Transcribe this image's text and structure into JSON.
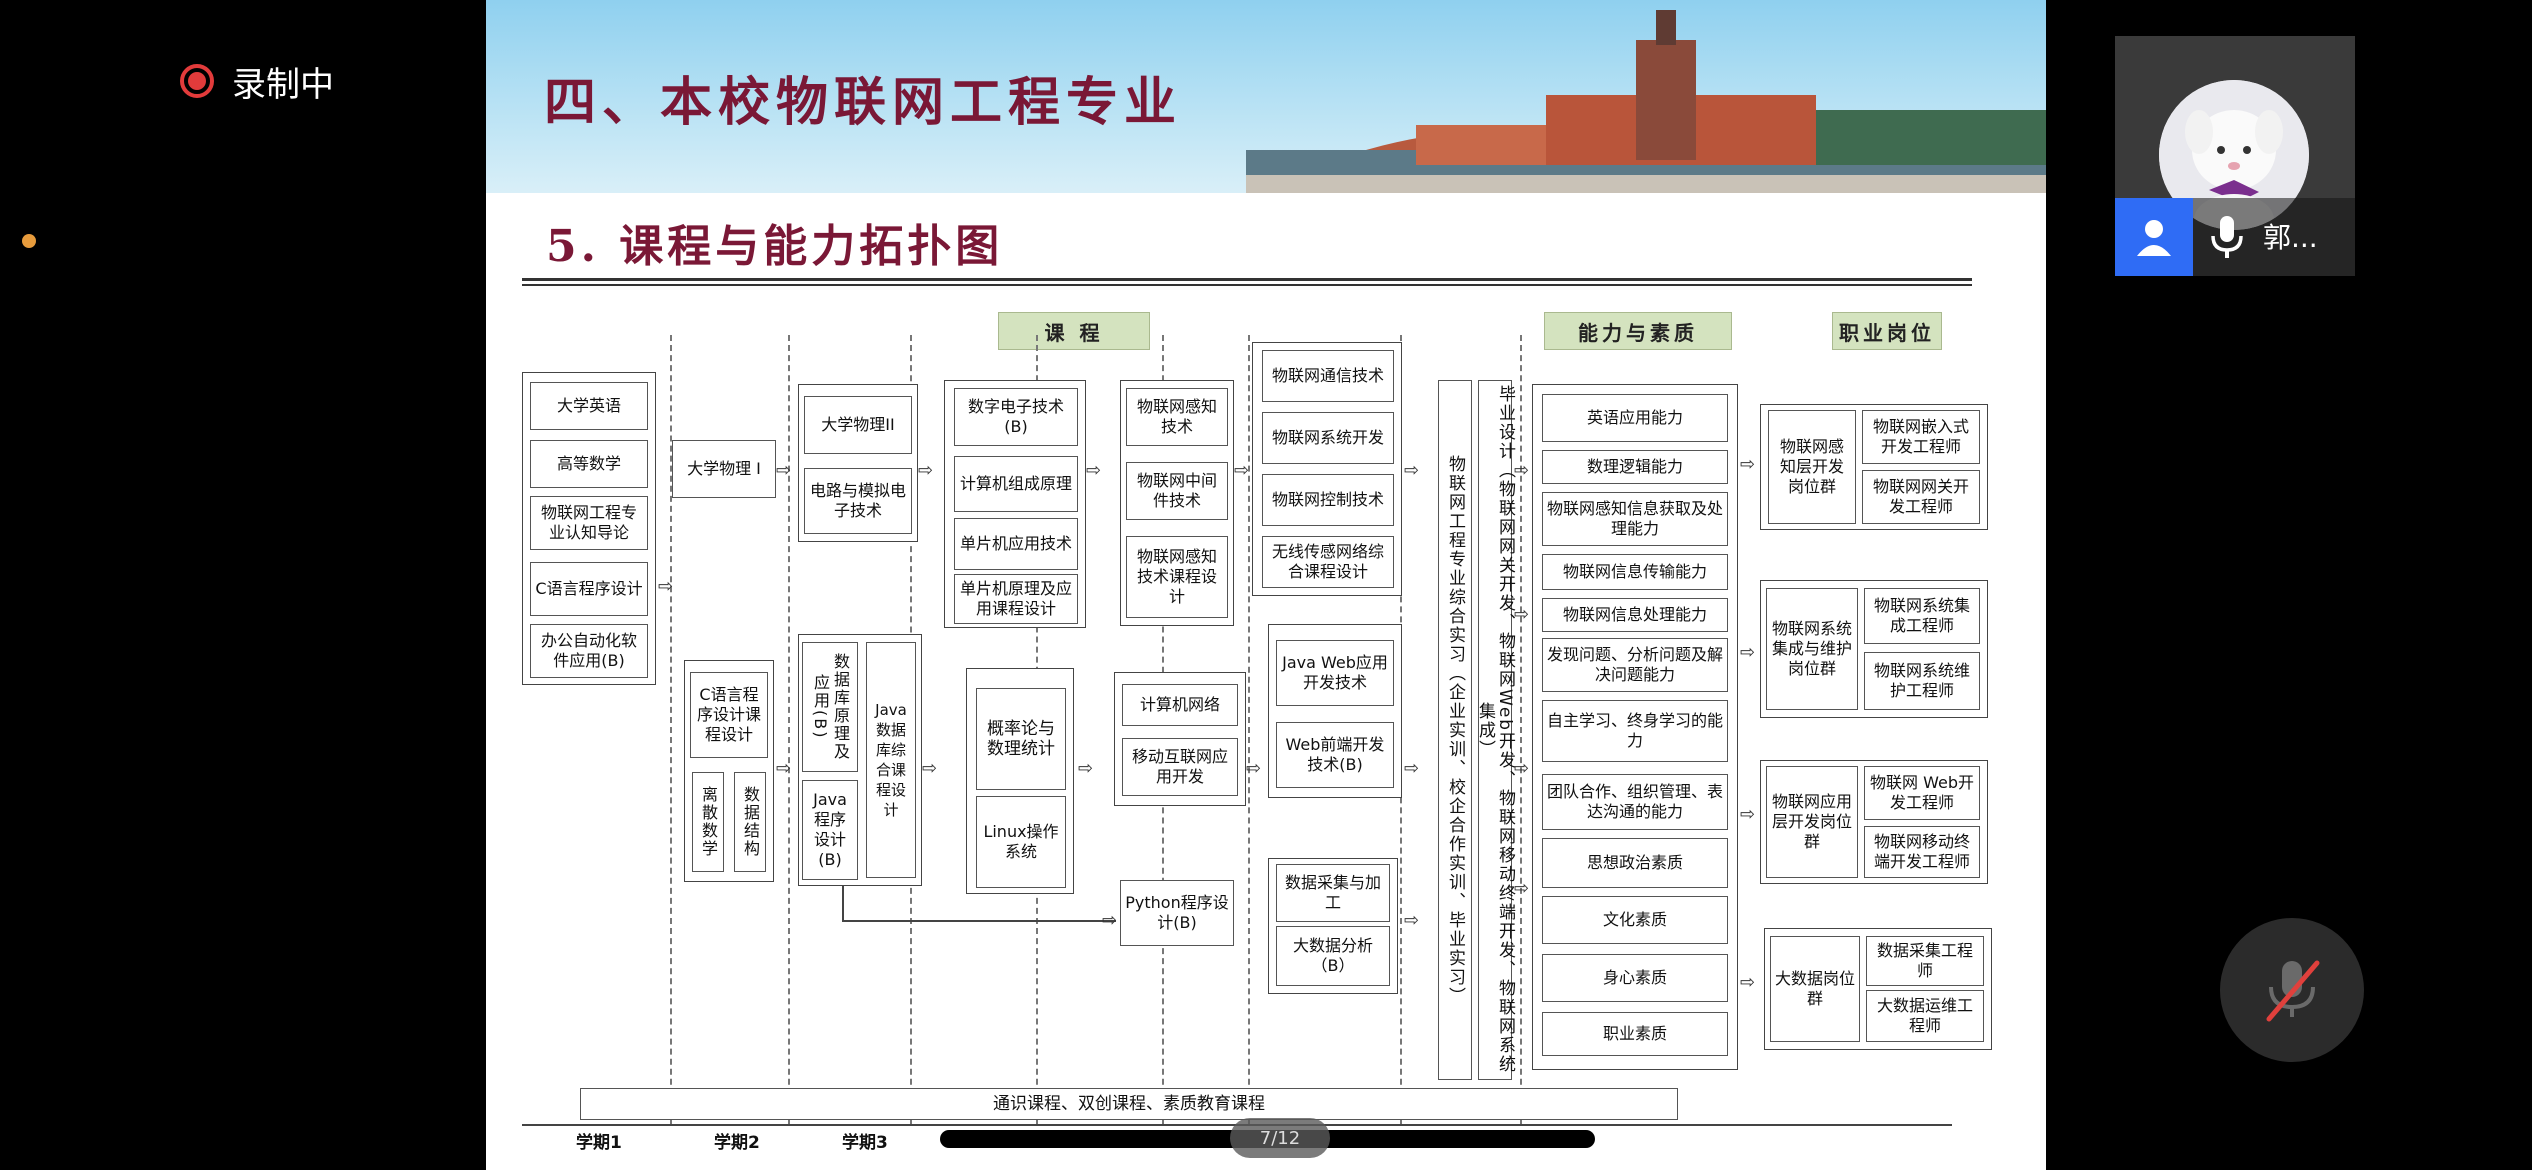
{
  "recording": {
    "label": "录制中"
  },
  "slide": {
    "title": "四、本校物联网工程专业",
    "subtitle": "5. 课程与能力拓扑图",
    "headers": {
      "courses": "课 程",
      "abilities": "能力与素质",
      "jobs": "职业岗位"
    },
    "semesters": [
      "学期1",
      "学期2",
      "学期3"
    ],
    "bottom_bar": "通识课程、双创课程、素质教育课程",
    "col1": [
      "大学英语",
      "高等数学",
      "物联网工程专业认知导论",
      "C语言程序设计",
      "办公自动化软件应用(B)"
    ],
    "col2": [
      "大学物理 I",
      "C语言程序设计课程设计",
      "离散数学",
      "数据结构"
    ],
    "col3": [
      "大学物理II",
      "电路与模拟电子技术",
      "数据库原理及应用(B)",
      "Java数据库综合课程设计",
      "Java 程序设计(B)"
    ],
    "col4": [
      "数字电子技术(B)",
      "计算机组成原理",
      "单片机应用技术",
      "单片机原理及应用课程设计",
      "概率论与数理统计",
      "Linux操作系统"
    ],
    "col5": [
      "物联网感知技术",
      "物联网中间件技术",
      "物联网感知技术课程设计",
      "计算机网络",
      "移动互联网应用开发",
      "Python程序设计(B)"
    ],
    "col6": [
      "物联网通信技术",
      "物联网系统开发",
      "物联网控制技术",
      "无线传感网络综合课程设计",
      "Java Web应用开发技术",
      "Web前端开发技术(B)",
      "数据采集与加工",
      "大数据分析（B）"
    ],
    "vertical1": "物联网工程专业综合实习（企业实训、校企合作实训、毕业实习）",
    "vertical2": "毕业设计（物联网网关开发、物联网Web开发、物联网移动终端开发、物联网系统集成）",
    "abilities": [
      "英语应用能力",
      "数理逻辑能力",
      "物联网感知信息获取及处理能力",
      "物联网信息传输能力",
      "物联网信息处理能力",
      "发现问题、分析问题及解决问题能力",
      "自主学习、终身学习的能力",
      "团队合作、组织管理、表达沟通的能力",
      "思想政治素质",
      "文化素质",
      "身心素质",
      "职业素质"
    ],
    "job_groups": [
      {
        "group": "物联网感知层开发岗位群",
        "jobs": [
          "物联网嵌入式开发工程师",
          "物联网网关开发工程师"
        ]
      },
      {
        "group": "物联网系统集成与维护岗位群",
        "jobs": [
          "物联网系统集成工程师",
          "物联网系统维护工程师"
        ]
      },
      {
        "group": "物联网应用层开发岗位群",
        "jobs": [
          "物联网 Web开发工程师",
          "物联网移动终端开发工程师"
        ]
      },
      {
        "group": "大数据岗位群",
        "jobs": [
          "数据采集工程师",
          "大数据运维工程师"
        ]
      }
    ],
    "page_indicator": "7/12"
  },
  "participant": {
    "name": "郭..."
  },
  "icons": {
    "record": "record-icon",
    "user": "user-icon",
    "mic": "mic-icon",
    "mute": "mic-off-icon"
  },
  "colors": {
    "record": "#e23b3b",
    "title": "#7a1836",
    "header_bg": "#d4e3bf",
    "user_badge": "#2f6cf5"
  }
}
